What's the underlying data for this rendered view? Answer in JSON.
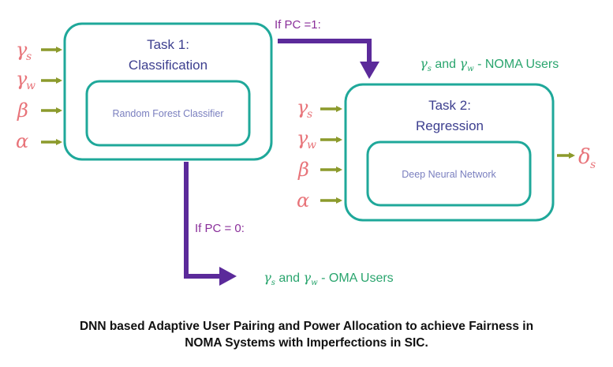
{
  "task1": {
    "title_line1": "Task 1:",
    "title_line2": "Classification",
    "model": "Random Forest Classifier",
    "inputs": [
      {
        "symbol": "γ",
        "sub": "s"
      },
      {
        "symbol": "γ",
        "sub": "w"
      },
      {
        "symbol": "β",
        "sub": ""
      },
      {
        "symbol": "α",
        "sub": ""
      }
    ]
  },
  "task2": {
    "title_line1": "Task 2:",
    "title_line2": "Regression",
    "model": "Deep Neural Network",
    "inputs": [
      {
        "symbol": "γ",
        "sub": "s"
      },
      {
        "symbol": "γ",
        "sub": "w"
      },
      {
        "symbol": "β",
        "sub": ""
      },
      {
        "symbol": "α",
        "sub": ""
      }
    ],
    "output": {
      "symbol": "δ",
      "sub": "s"
    }
  },
  "branch_noma": {
    "condition": "If PC =1:",
    "g1": "γ",
    "g1_sub": "s",
    "mid": " and ",
    "g2": "γ",
    "g2_sub": "w",
    "tail": " - NOMA Users"
  },
  "branch_oma": {
    "condition": "If PC = 0:",
    "g1": "γ",
    "g1_sub": "s",
    "mid": " and ",
    "g2": "γ",
    "g2_sub": "w",
    "tail": " - OMA Users"
  },
  "caption": {
    "line1": "DNN based Adaptive User Pairing and Power Allocation to achieve Fairness in",
    "line2": "NOMA Systems with Imperfections in SIC."
  },
  "colors": {
    "box_border": "#1fa89a",
    "input_arrow": "#8c9a2c",
    "flow_arrow": "#5b2a9a",
    "greek": "#e8747a",
    "users_text": "#2aa56e",
    "condition_text": "#8a2f9a",
    "task_title": "#3d3f8f",
    "model_label": "#7a7fbf"
  }
}
